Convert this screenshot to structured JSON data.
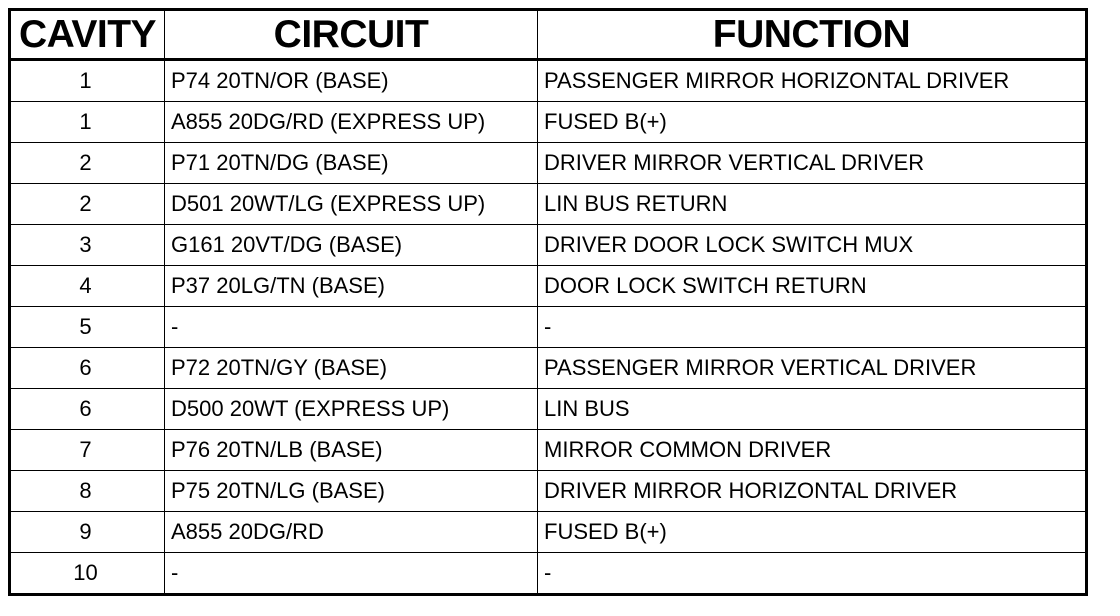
{
  "table": {
    "headers": [
      "CAVITY",
      "CIRCUIT",
      "FUNCTION"
    ],
    "rows": [
      {
        "cavity": "1",
        "circuit": "P74 20TN/OR (BASE)",
        "function": "PASSENGER MIRROR HORIZONTAL DRIVER"
      },
      {
        "cavity": "1",
        "circuit": "A855 20DG/RD (EXPRESS UP)",
        "function": "FUSED B(+)"
      },
      {
        "cavity": "2",
        "circuit": "P71 20TN/DG (BASE)",
        "function": "DRIVER MIRROR VERTICAL DRIVER"
      },
      {
        "cavity": "2",
        "circuit": "D501 20WT/LG (EXPRESS UP)",
        "function": "LIN BUS RETURN"
      },
      {
        "cavity": "3",
        "circuit": "G161 20VT/DG (BASE)",
        "function": "DRIVER DOOR LOCK SWITCH MUX"
      },
      {
        "cavity": "4",
        "circuit": "P37 20LG/TN (BASE)",
        "function": "DOOR LOCK SWITCH RETURN"
      },
      {
        "cavity": "5",
        "circuit": "-",
        "function": "-"
      },
      {
        "cavity": "6",
        "circuit": "P72 20TN/GY (BASE)",
        "function": "PASSENGER MIRROR VERTICAL DRIVER"
      },
      {
        "cavity": "6",
        "circuit": "D500 20WT (EXPRESS UP)",
        "function": "LIN BUS"
      },
      {
        "cavity": "7",
        "circuit": "P76 20TN/LB (BASE)",
        "function": "MIRROR COMMON DRIVER"
      },
      {
        "cavity": "8",
        "circuit": "P75 20TN/LG (BASE)",
        "function": "DRIVER MIRROR HORIZONTAL DRIVER"
      },
      {
        "cavity": "9",
        "circuit": "A855 20DG/RD",
        "function": "FUSED B(+)"
      },
      {
        "cavity": "10",
        "circuit": "-",
        "function": "-"
      }
    ]
  }
}
